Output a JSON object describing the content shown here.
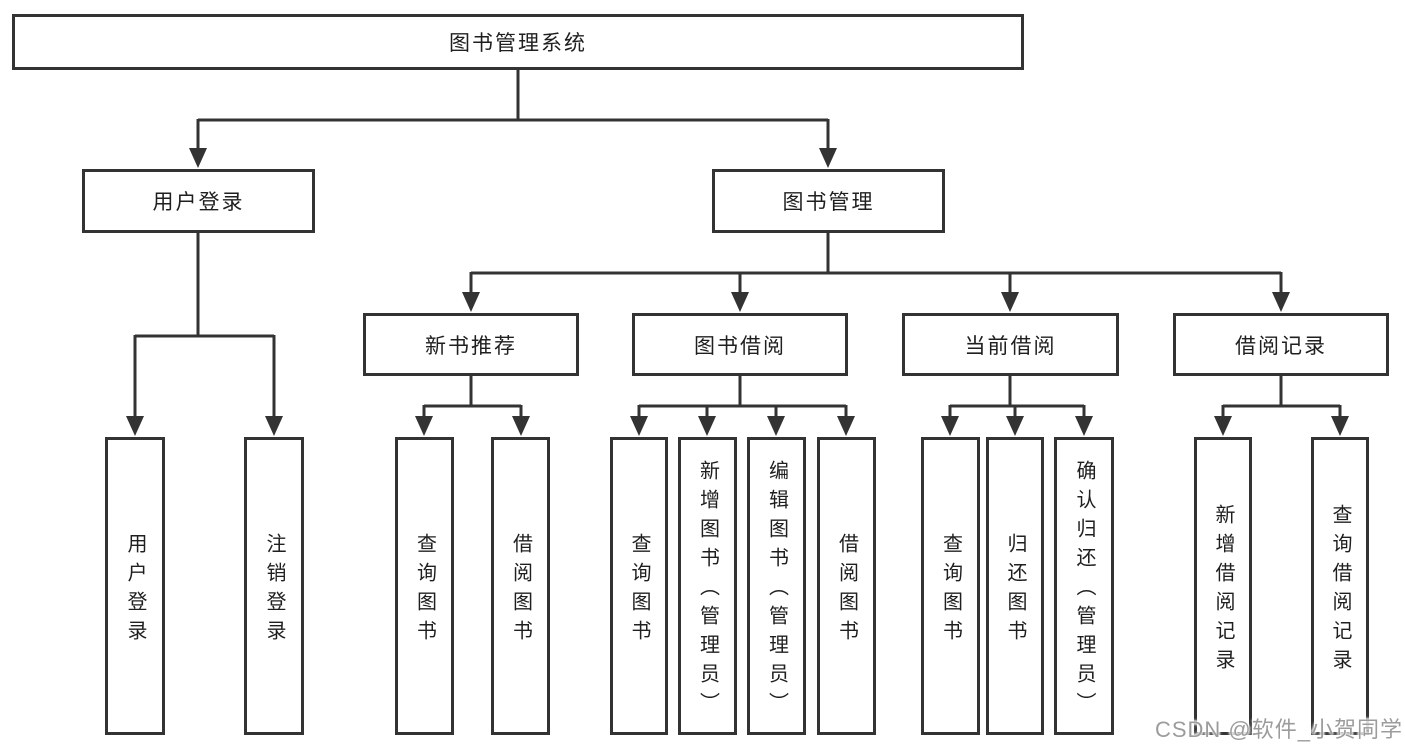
{
  "diagram": {
    "root": {
      "label": "图书管理系统"
    },
    "branches": [
      {
        "label": "用户登录",
        "children": [
          {
            "label": "用户登录"
          },
          {
            "label": "注销登录"
          }
        ]
      },
      {
        "label": "图书管理",
        "children": [
          {
            "label": "新书推荐",
            "children": [
              {
                "label": "查询图书"
              },
              {
                "label": "借阅图书"
              }
            ]
          },
          {
            "label": "图书借阅",
            "children": [
              {
                "label": "查询图书"
              },
              {
                "label": "新增图书（管理员）"
              },
              {
                "label": "编辑图书（管理员）"
              },
              {
                "label": "借阅图书"
              }
            ]
          },
          {
            "label": "当前借阅",
            "children": [
              {
                "label": "查询图书"
              },
              {
                "label": "归还图书"
              },
              {
                "label": "确认归还（管理员）"
              }
            ]
          },
          {
            "label": "借阅记录",
            "children": [
              {
                "label": "新增借阅记录"
              },
              {
                "label": "查询借阅记录"
              }
            ]
          }
        ]
      }
    ]
  },
  "watermark": {
    "text": "CSDN @软件_小贺同学"
  },
  "colors": {
    "line": "#333333",
    "box_border": "#333333",
    "text": "#1f1f1f",
    "watermark": "#9c9c9c",
    "background": "#ffffff"
  }
}
